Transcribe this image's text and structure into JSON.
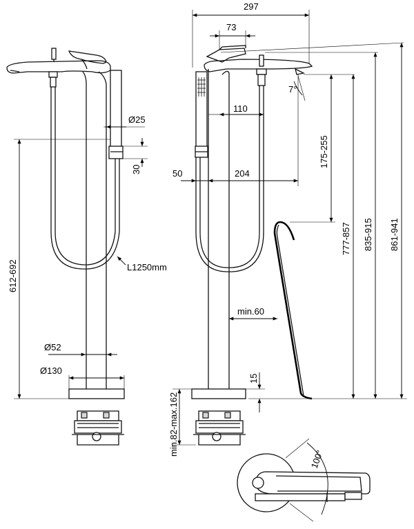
{
  "dimensions": {
    "d25": "Ø25",
    "d30": "30",
    "d612_692": "612-692",
    "l1250": "L1250mm",
    "d52": "Ø52",
    "d130": "Ø130",
    "d297": "297",
    "d73": "73",
    "d7deg": "7°",
    "d110": "110",
    "d175_255": "175-255",
    "d50": "50",
    "d204": "204",
    "d777_857": "777-857",
    "d835_915": "835-915",
    "d861_941": "861-941",
    "dmin60": "min.60",
    "d15": "15",
    "dmin82_162": "min.82-max.162",
    "d100deg": "100°"
  },
  "colors": {
    "line": "#111111",
    "background": "#ffffff"
  }
}
